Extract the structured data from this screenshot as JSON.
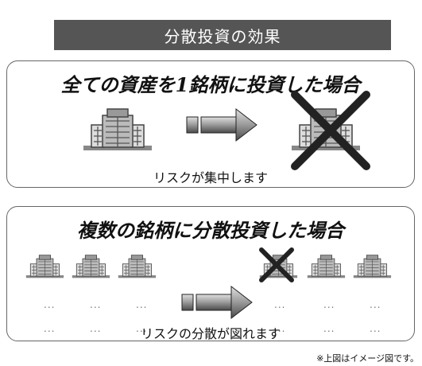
{
  "title": "分散投資の効果",
  "panel1": {
    "heading": "全ての資産を1銘柄に投資した場合",
    "caption": "リスクが集中します"
  },
  "panel2": {
    "heading": "複数の銘柄に分散投資した場合",
    "caption": "リスクの分散が図れます",
    "placeholder": "..."
  },
  "footnote": "※上図はイメージ図です。",
  "icons": {
    "building": "building-icon",
    "arrow": "arrow-right-icon",
    "cross": "cross-icon"
  },
  "colors": {
    "title_bg": "#555555",
    "cross": "#222222"
  }
}
